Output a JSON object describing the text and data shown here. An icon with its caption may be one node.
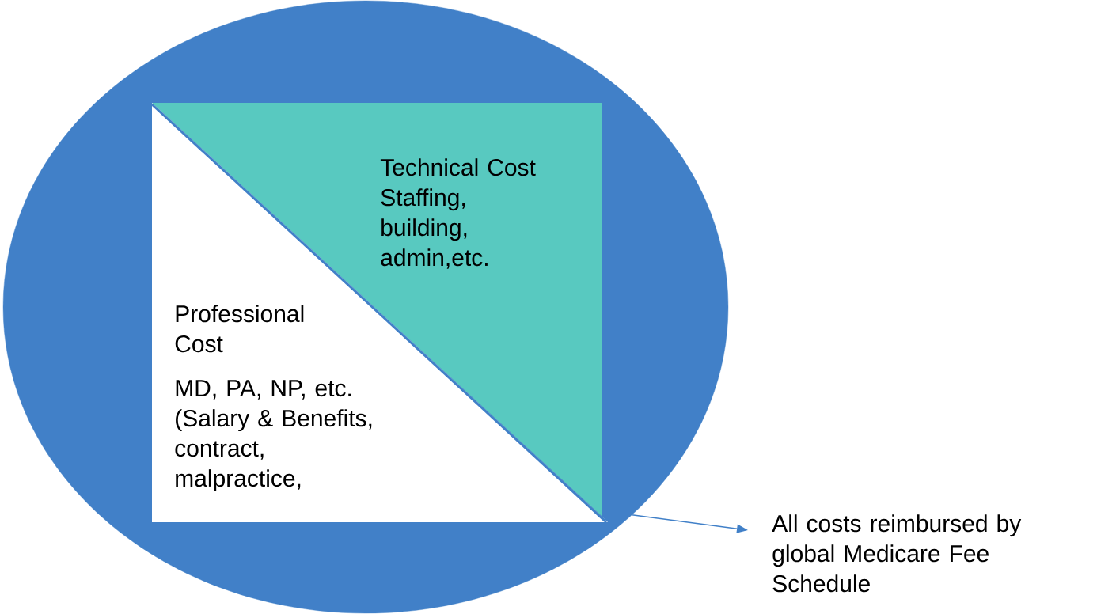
{
  "diagram": {
    "nodes": [
      {
        "text": [],
        "shape": "circle"
      },
      {
        "text": [
          "Technical Cost",
          "Staffing, building, admin,etc."
        ],
        "in": 0
      },
      {
        "text": [
          "Professional Cost",
          "MD, PA, NP, etc. (Salary & Benefits, contract, malpractice,"
        ],
        "in": 0
      },
      {
        "text": [
          "All costs reimbursed by global Medicare Fee Schedule"
        ]
      }
    ],
    "edges": [
      {
        "from": 0,
        "to": 3,
        "arrow": "to"
      }
    ]
  }
}
